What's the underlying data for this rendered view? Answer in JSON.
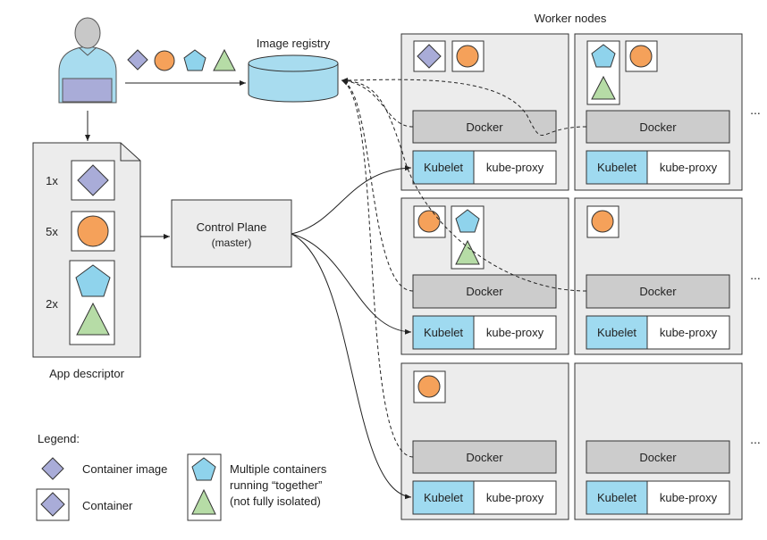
{
  "labels": {
    "worker_nodes": "Worker nodes",
    "image_registry": "Image registry",
    "app_descriptor": "App descriptor",
    "control_plane": "Control Plane",
    "master": "(master)",
    "docker": "Docker",
    "kubelet": "Kubelet",
    "kube_proxy": "kube-proxy",
    "ellipsis": "..."
  },
  "descriptor_counts": [
    "1x",
    "5x",
    "2x"
  ],
  "legend": {
    "title": "Legend:",
    "container_image": "Container image",
    "container": "Container",
    "multi_line1": "Multiple containers",
    "multi_line2": "running “together”",
    "multi_line3": "(not fully isolated)"
  },
  "colors": {
    "diamond": "#a9acd8",
    "circle": "#f5a15a",
    "pentagon": "#8fd3ec",
    "triangle": "#b6dca6",
    "docker": "#cccccc",
    "kubelet": "#9fdaf0",
    "panel": "#ececec",
    "registry": "#a8dcef"
  }
}
